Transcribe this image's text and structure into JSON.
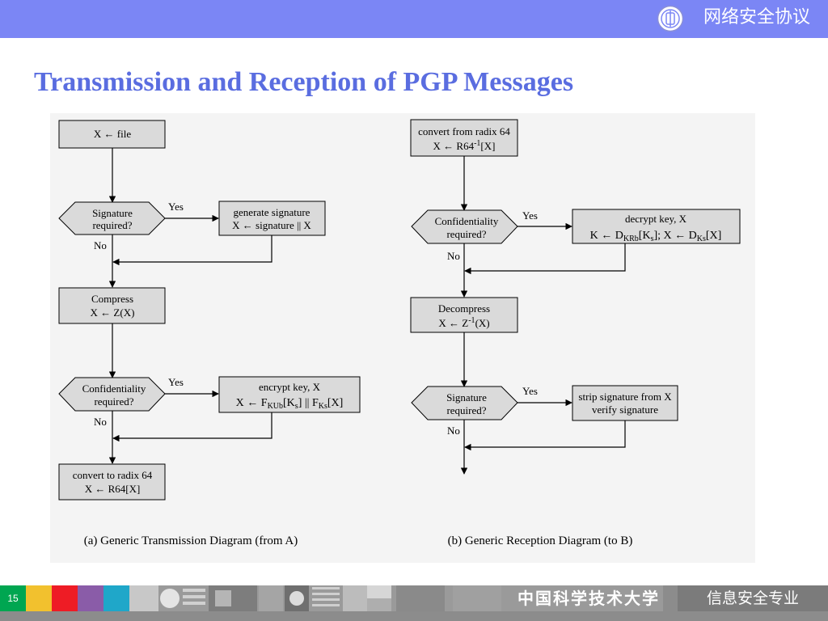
{
  "header": {
    "course_title": "网络安全协议"
  },
  "slide": {
    "title": "Transmission and Reception of PGP Messages",
    "page_number": "15"
  },
  "footer": {
    "university": "中国科学技术大学",
    "major": "信息安全专业"
  },
  "transmission": {
    "file_box": "X ← file",
    "sig_q_line1": "Signature",
    "sig_q_line2": "required?",
    "gen_sig_line1": "generate signature",
    "gen_sig_line2": "X ← signature || X",
    "compress_line1": "Compress",
    "compress_line2": "X ← Z(X)",
    "conf_q_line1": "Confidentiality",
    "conf_q_line2": "required?",
    "encrypt_line1": "encrypt key, X",
    "radix_line1": "convert to radix 64",
    "radix_line2": "X ← R64[X]",
    "yes": "Yes",
    "no": "No",
    "caption": "(a) Generic Transmission Diagram (from A)"
  },
  "reception": {
    "radix_line1": "convert from radix 64",
    "conf_q_line1": "Confidentiality",
    "conf_q_line2": "required?",
    "decrypt_line1": "decrypt key, X",
    "decompress_line1": "Decompress",
    "sig_q_line1": "Signature",
    "sig_q_line2": "required?",
    "strip_line1": "strip signature from X",
    "strip_line2": "verify signature",
    "yes": "Yes",
    "no": "No",
    "caption": "(b) Generic Reception Diagram (to B)"
  }
}
